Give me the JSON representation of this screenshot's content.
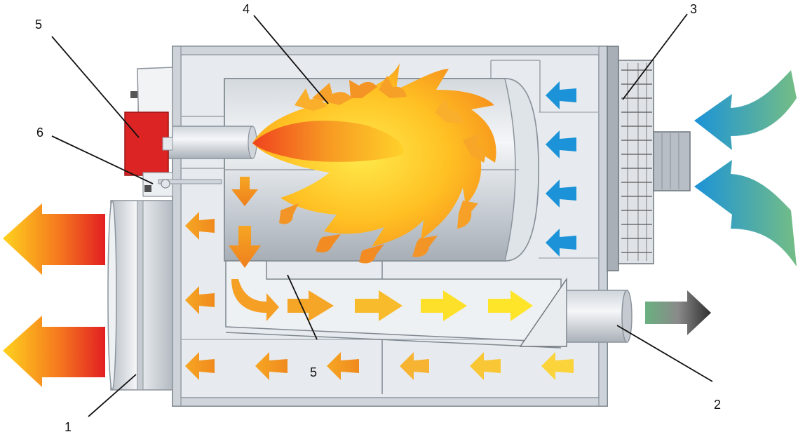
{
  "labels": {
    "burner_top": "5",
    "thermostat": "6",
    "flame": "4",
    "fan": "3",
    "air_outlet": "1",
    "flue": "2",
    "heat_exchanger": "5"
  },
  "colors": {
    "hot_red": "#e02020",
    "hot_orange": "#f08a1e",
    "hot_yellow": "#ffd800",
    "cold_blue": "#1c93d8",
    "cold_green": "#6ab58f",
    "exhaust_green": "#6aa878",
    "exhaust_dark": "#3a3a3a",
    "steel_light": "#eef1f4",
    "steel_mid": "#c3c9cf",
    "steel_dark": "#8d959d",
    "burner_red": "#dc2424"
  },
  "icons": [
    "hot-air-arrow-icon",
    "cold-air-arrow-icon",
    "flame-icon",
    "fan-icon",
    "exhaust-arrow-icon"
  ]
}
